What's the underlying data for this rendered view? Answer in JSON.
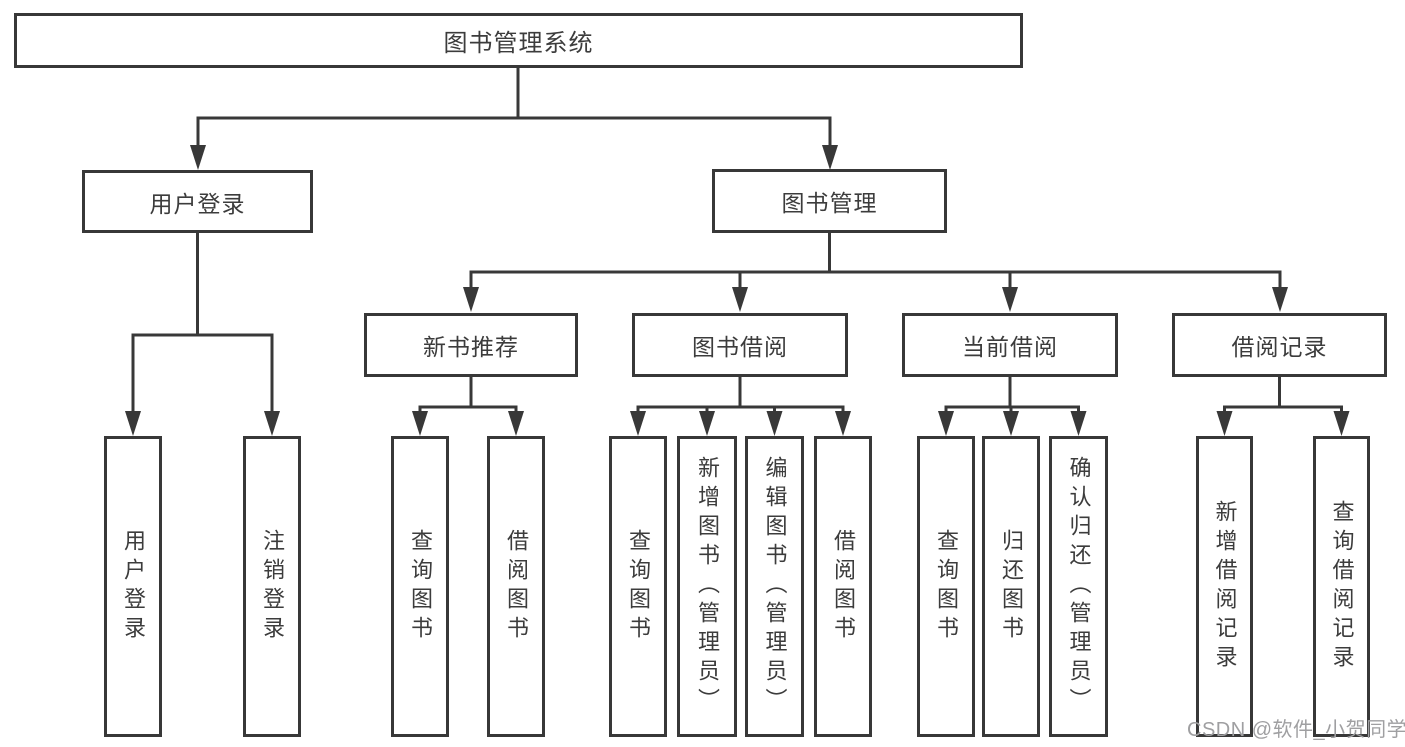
{
  "colors": {
    "line": "#383838",
    "text": "#3c3c3c",
    "watermark": "#9f9fa1"
  },
  "watermark": "CSDN @软件_小贺同学",
  "tree": {
    "root": {
      "label": "图书管理系统",
      "children": [
        {
          "label": "用户登录",
          "children": [
            {
              "label": "用户登录"
            },
            {
              "label": "注销登录"
            }
          ]
        },
        {
          "label": "图书管理",
          "children": [
            {
              "label": "新书推荐",
              "children": [
                {
                  "label": "查询图书"
                },
                {
                  "label": "借阅图书"
                }
              ]
            },
            {
              "label": "图书借阅",
              "children": [
                {
                  "label": "查询图书"
                },
                {
                  "label": "新增图书（管理员）"
                },
                {
                  "label": "编辑图书（管理员）"
                },
                {
                  "label": "借阅图书"
                }
              ]
            },
            {
              "label": "当前借阅",
              "children": [
                {
                  "label": "查询图书"
                },
                {
                  "label": "归还图书"
                },
                {
                  "label": "确认归还（管理员）"
                }
              ]
            },
            {
              "label": "借阅记录",
              "children": [
                {
                  "label": "新增借阅记录"
                },
                {
                  "label": "查询借阅记录"
                }
              ]
            }
          ]
        }
      ]
    }
  }
}
